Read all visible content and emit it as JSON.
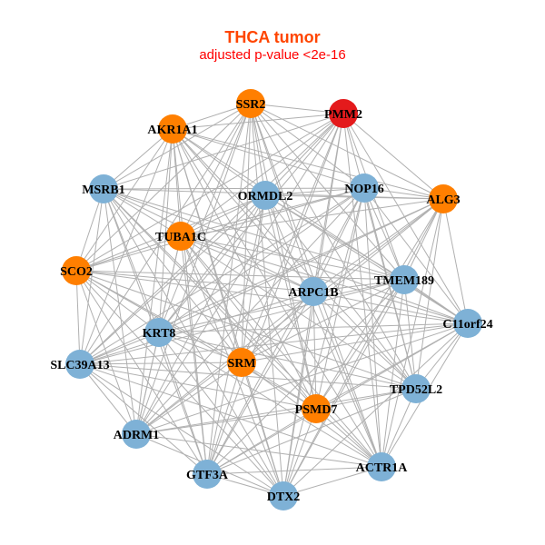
{
  "title": "THCA tumor",
  "subtitle": "adjusted p-value <2e-16",
  "colors": {
    "orange": "#FF7F00",
    "blue": "#7EB1D6",
    "red": "#E41A1C",
    "edge": "#B0B0B0"
  },
  "nodes": [
    {
      "label": "SSR2",
      "group": "orange"
    },
    {
      "label": "PMM2",
      "group": "red"
    },
    {
      "label": "AKR1A1",
      "group": "orange"
    },
    {
      "label": "MSRB1",
      "group": "blue"
    },
    {
      "label": "ORMDL2",
      "group": "blue"
    },
    {
      "label": "NOP16",
      "group": "blue"
    },
    {
      "label": "ALG3",
      "group": "orange"
    },
    {
      "label": "TUBA1C",
      "group": "orange"
    },
    {
      "label": "SCO2",
      "group": "orange"
    },
    {
      "label": "ARPC1B",
      "group": "blue"
    },
    {
      "label": "TMEM189",
      "group": "blue"
    },
    {
      "label": "C11orf24",
      "group": "blue"
    },
    {
      "label": "KRT8",
      "group": "blue"
    },
    {
      "label": "SLC39A13",
      "group": "blue"
    },
    {
      "label": "SRM",
      "group": "orange"
    },
    {
      "label": "TPD52L2",
      "group": "blue"
    },
    {
      "label": "PSMD7",
      "group": "orange"
    },
    {
      "label": "ADRM1",
      "group": "blue"
    },
    {
      "label": "ACTR1A",
      "group": "blue"
    },
    {
      "label": "GTF3A",
      "group": "blue"
    },
    {
      "label": "DTX2",
      "group": "blue"
    }
  ]
}
